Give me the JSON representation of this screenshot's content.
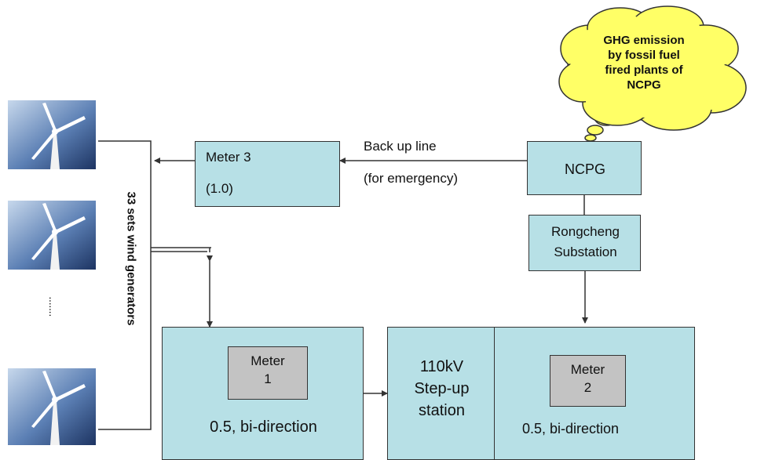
{
  "colors": {
    "box_fill": "#b7e0e6",
    "meter_fill": "#c3c3c3",
    "cloud_fill": "#ffff66",
    "line": "#333333"
  },
  "cloud": {
    "lines": [
      "GHG emission",
      "by fossil fuel",
      "fired plants of",
      "NCPG"
    ]
  },
  "wind_farm": {
    "label": "33 sets wind generators",
    "ellipsis": "·······",
    "turbine_icon": "wind-turbine-icon"
  },
  "meter3": {
    "title": "Meter 3",
    "value": "(1.0)"
  },
  "backup_line": {
    "title": "Back up line",
    "note": "(for emergency)"
  },
  "ncpg": {
    "label": "NCPG"
  },
  "substation": {
    "line1": "Rongcheng",
    "line2": "Substation"
  },
  "left_block": {
    "meter_line1": "Meter",
    "meter_line2": "1",
    "spec": "0.5, bi-direction"
  },
  "stepup": {
    "line1": "110kV",
    "line2": "Step-up",
    "line3": "station"
  },
  "right_block": {
    "meter_line1": "Meter",
    "meter_line2": "2",
    "spec": "0.5, bi-direction"
  }
}
